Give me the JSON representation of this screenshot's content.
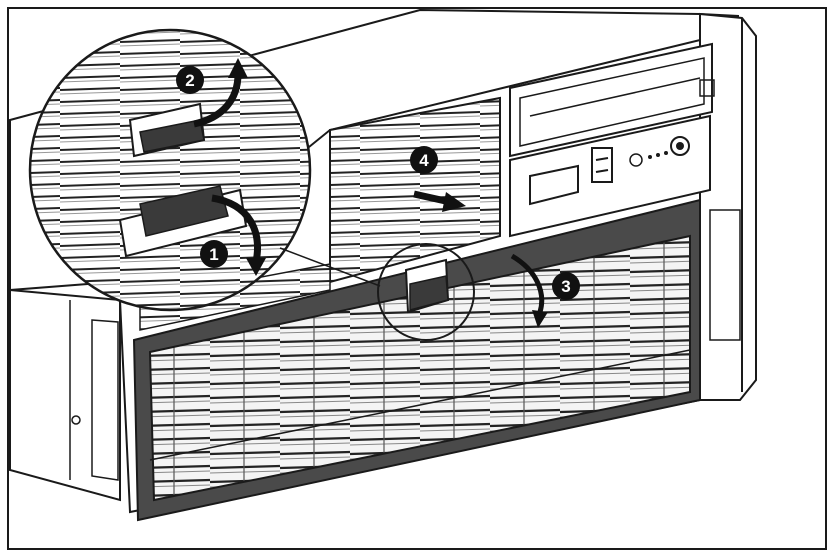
{
  "figure": {
    "steps": [
      {
        "number": "1",
        "icon": "arrow-rotate-down-icon"
      },
      {
        "number": "2",
        "icon": "arrow-rotate-up-icon"
      },
      {
        "number": "3",
        "icon": "arrow-swing-down-icon"
      },
      {
        "number": "4",
        "icon": "arrow-right-icon"
      }
    ],
    "colors": {
      "line": "#1a1a1a",
      "bezel": "#4a4a4a",
      "paper": "#ffffff",
      "badge": "#111111"
    }
  }
}
